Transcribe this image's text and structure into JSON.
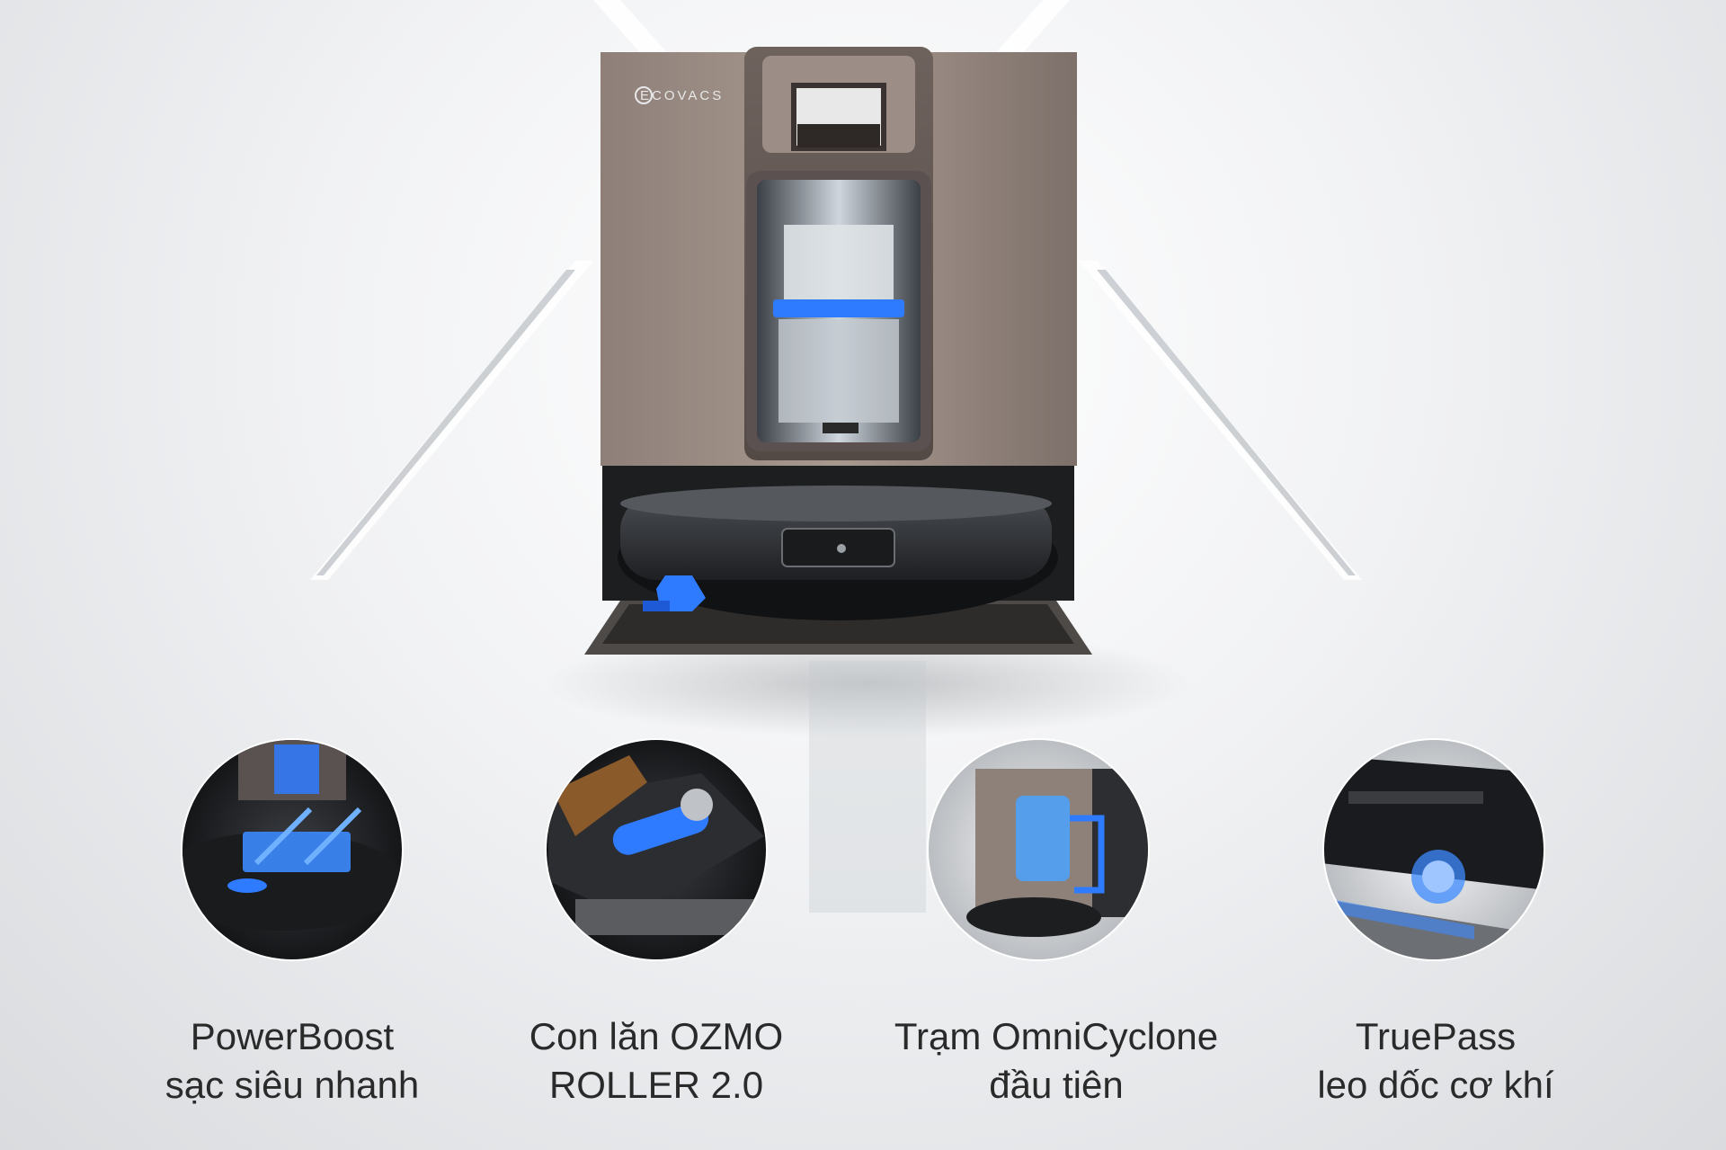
{
  "brand": {
    "logo_text": "ECOVACS"
  },
  "features": [
    {
      "id": "powerboost",
      "line1": "PowerBoost",
      "line2": "sạc siêu nhanh"
    },
    {
      "id": "ozmo-roller",
      "line1": "Con lăn OZMO",
      "line2": "ROLLER 2.0"
    },
    {
      "id": "omnicyclone",
      "line1": "Trạm OmniCyclone",
      "line2": "đầu tiên"
    },
    {
      "id": "truepass",
      "line1": "TruePass",
      "line2": "leo dốc cơ khí"
    }
  ],
  "colors": {
    "accent_blue": "#2f7bff",
    "station_bronze": "#8a7b74",
    "robot_dark": "#2a2c30",
    "caption_text": "#2a2a2a"
  }
}
